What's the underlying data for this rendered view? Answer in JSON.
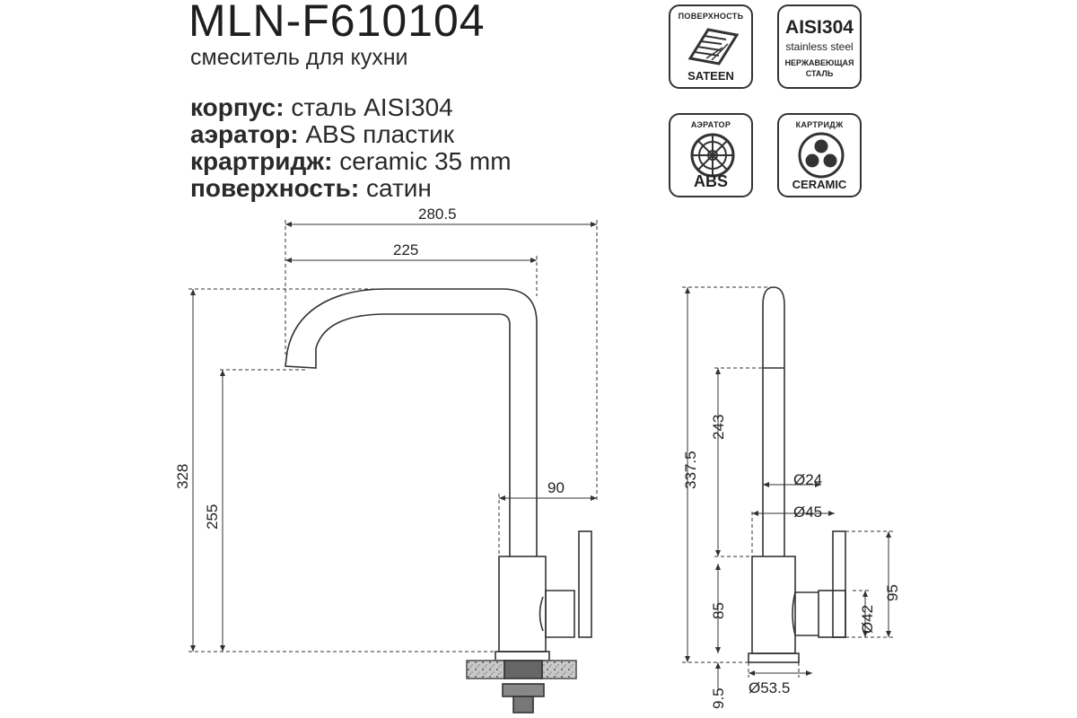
{
  "product": {
    "model": "MLN-F610104",
    "subtitle": "смеситель для кухни"
  },
  "specs": [
    {
      "label": "корпус:",
      "value": "сталь AISI304"
    },
    {
      "label": "аэратор:",
      "value": "ABS пластик"
    },
    {
      "label": "крартридж:",
      "value": "ceramic 35 mm"
    },
    {
      "label": "поверхность:",
      "value": "сатин"
    }
  ],
  "badges": {
    "surface": {
      "top": "ПОВЕРХНОСТЬ",
      "bottom": "SATEEN",
      "icon": "brushed-surface-icon"
    },
    "steel": {
      "main": "AISI304",
      "sub": "stainless steel",
      "note1": "НЕРЖАВЕЮЩАЯ",
      "note2": "СТАЛЬ"
    },
    "aerator": {
      "top": "АЭРАТОР",
      "bottom": "ABS",
      "icon": "aerator-icon"
    },
    "cartridge": {
      "top": "КАРТРИДЖ",
      "bottom": "CERAMIC",
      "icon": "cartridge-icon"
    }
  },
  "dimensions": {
    "front": {
      "overall_reach": "280.5",
      "spout_reach": "225",
      "height_total": "328",
      "spout_height": "255",
      "handle_offset": "90"
    },
    "side": {
      "height_total": "337.5",
      "spout_length": "243",
      "spout_diameter": "Ø24",
      "body_diameter": "Ø45",
      "body_height": "85",
      "handle_height": "95",
      "handle_diameter": "Ø42",
      "base_height": "9.5",
      "base_diameter": "Ø53.5"
    }
  },
  "colors": {
    "line": "#333333",
    "text": "#222222"
  }
}
